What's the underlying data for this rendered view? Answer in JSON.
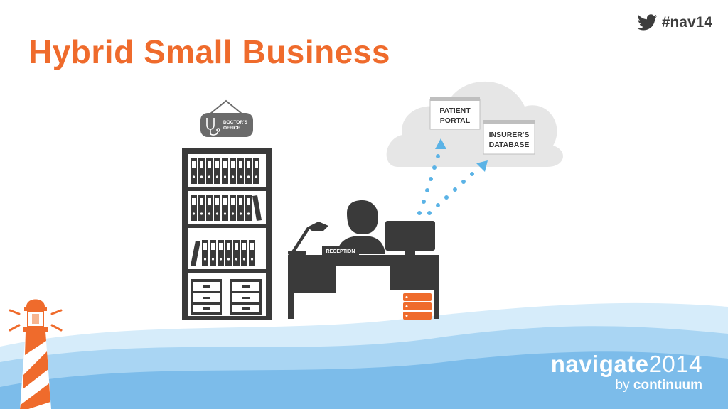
{
  "header": {
    "title": "Hybrid Small Business",
    "hashtag": "#nav14"
  },
  "office": {
    "sign_line1": "DOCTOR'S",
    "sign_line2": "OFFICE",
    "desk_label": "RECEPTION"
  },
  "cloud": {
    "patient_portal_line1": "PATIENT",
    "patient_portal_line2": "PORTAL",
    "insurer_db_line1": "INSURER'S",
    "insurer_db_line2": "DATABASE"
  },
  "branding": {
    "name_main": "navigate",
    "name_year": "2014",
    "by": "by",
    "company": "continuum"
  },
  "colors": {
    "accent": "#ef6b2c",
    "dark": "#3a3a3a",
    "cloud": "#e6e6e6",
    "arrow": "#5bb3e6",
    "wave_light": "#d6ecfa",
    "wave_mid": "#a9d5f3",
    "wave_dark": "#7cbcea"
  }
}
